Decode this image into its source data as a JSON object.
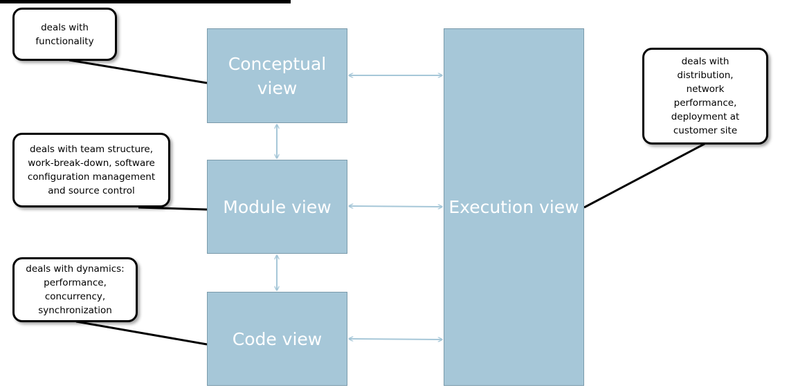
{
  "colors": {
    "box_fill": "#a6c7d8",
    "box_border": "#7a9aaa",
    "box_text": "#ffffff",
    "arrow": "#a6c7d8",
    "connector": "#000000"
  },
  "views": {
    "conceptual": "Conceptual view",
    "module": "Module view",
    "code": "Code view",
    "execution": "Execution view"
  },
  "notes": {
    "functionality": "deals with functionality",
    "team": "deals with team structure, work-break-down, software configuration management and source control",
    "dynamics": "deals with dynamics: performance, concurrency, synchronization",
    "distribution": "deals with distribution, network performance, deployment at customer site"
  }
}
